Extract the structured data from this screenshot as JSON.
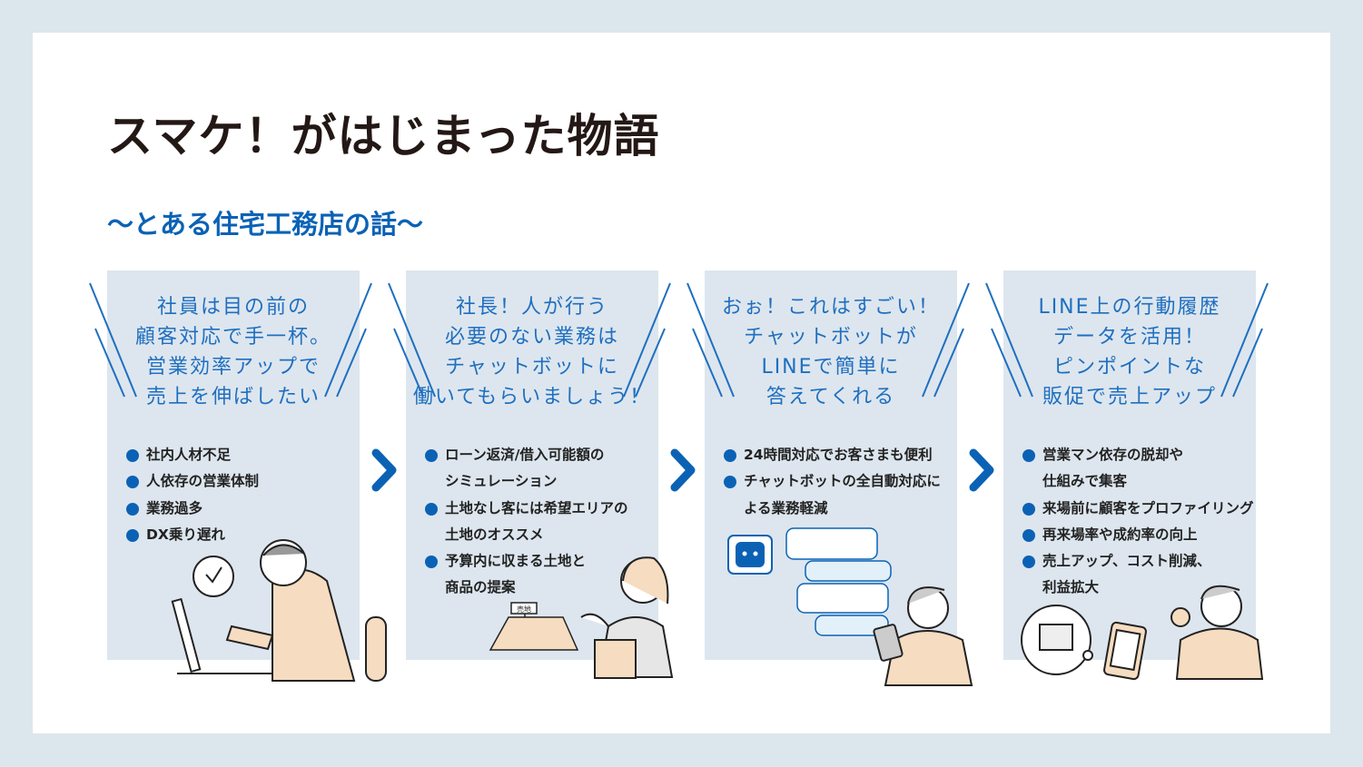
{
  "title": "スマケ！がはじまった物語",
  "subtitle": "〜とある住宅工務店の話〜",
  "panels": [
    {
      "quote": [
        "社員は目の前の",
        "顧客対応で手一杯。",
        "営業効率アップで",
        "売上を伸ばしたい"
      ],
      "bullets": [
        "社内人材不足",
        "人依存の営業体制",
        "業務過多",
        "DX乗り遅れ"
      ]
    },
    {
      "quote": [
        "社長！人が行う",
        "必要のない業務は",
        "チャットボットに",
        "働いてもらいましょう！"
      ],
      "bullets": [
        "ローン返済/借入可能額の\nシミュレーション",
        "土地なし客には希望エリアの\n土地のオススメ",
        "予算内に収まる土地と\n商品の提案"
      ],
      "sign": "売地"
    },
    {
      "quote": [
        "おぉ！これはすごい！",
        "チャットボットが",
        "LINEで簡単に",
        "答えてくれる"
      ],
      "bullets": [
        "24時間対応でお客さまも便利",
        "チャットボットの全自動対応に\nよる業務軽減"
      ]
    },
    {
      "quote": [
        "LINE上の行動履歴",
        "データを活用！",
        "ピンポイントな",
        "販促で売上アップ"
      ],
      "bullets": [
        "営業マン依存の脱却や\n仕組みで集客",
        "来場前に顧客をプロファイリング",
        "再来場率や成約率の向上",
        "売上アップ、コスト削減、\n利益拡大"
      ]
    }
  ],
  "colors": {
    "accent": "#0b62b5",
    "panel": "#dde6ee",
    "background": "#dce6ed"
  }
}
